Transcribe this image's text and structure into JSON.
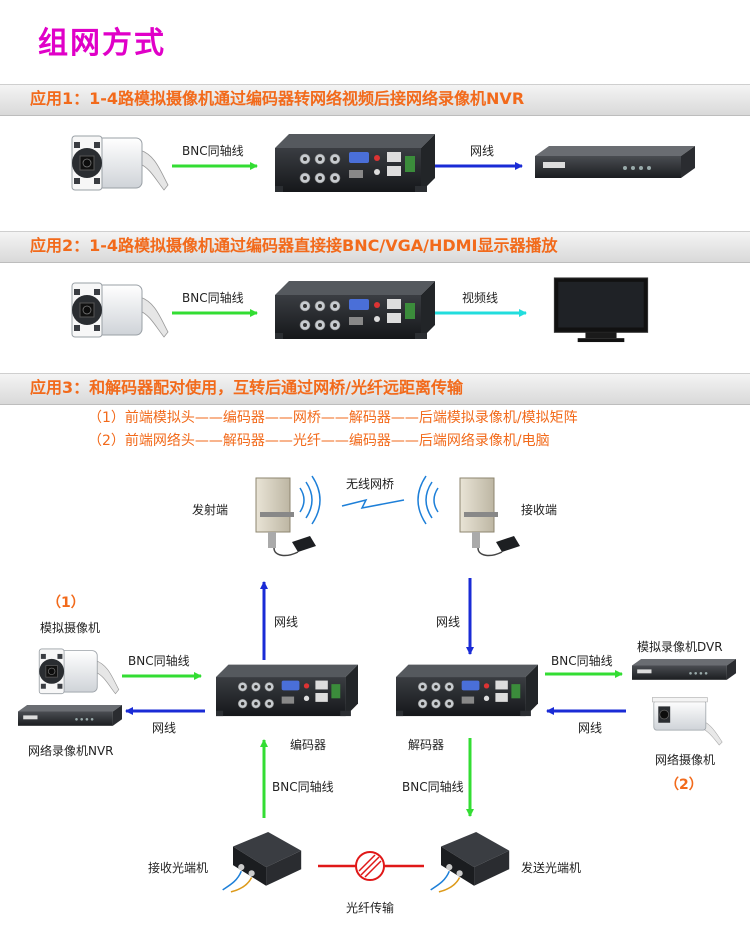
{
  "title": "组网方式",
  "app1": {
    "heading": "应用1：1-4路模拟摄像机通过编码器转网络视频后接网络录像机NVR",
    "link1": "BNC同轴线",
    "link2": "网线"
  },
  "app2": {
    "heading": "应用2：1-4路模拟摄像机通过编码器直接接BNC/VGA/HDMI显示器播放",
    "link1": "BNC同轴线",
    "link2": "视频线"
  },
  "app3": {
    "heading": "应用3：和解码器配对使用，互转后通过网桥/光纤远距离传输",
    "path1": "（1）前端模拟头——编码器——网桥——解码器——后端模拟录像机/模拟矩阵",
    "path2": "（2）前端网络头——解码器——光纤——编码器——后端网络录像机/电脑",
    "wireless_bridge": "无线网桥",
    "transmitter": "发射端",
    "receiver": "接收端",
    "net_left": "网线",
    "net_right": "网线",
    "mark1": "（1）",
    "mark2": "（2）",
    "analog_camera": "模拟摄像机",
    "bnc_left": "BNC同轴线",
    "net_nvr": "网线",
    "nvr": "网络录像机NVR",
    "encoder": "编码器",
    "decoder": "解码器",
    "bnc_right": "BNC同轴线",
    "analog_dvr": "模拟录像机DVR",
    "net_ipcam": "网线",
    "network_camera": "网络摄像机",
    "bnc_down_left": "BNC同轴线",
    "bnc_down_right": "BNC同轴线",
    "fiber_rx": "接收光端机",
    "fiber_tx": "发送光端机",
    "fiber_link": "光纤传输"
  },
  "colors": {
    "title": "#e000c8",
    "heading": "#f26a1b",
    "bnc_arrow": "#33dd33",
    "net_arrow": "#1a2bd6",
    "video_arrow": "#22dddd",
    "fiber_link": "#e01818"
  }
}
